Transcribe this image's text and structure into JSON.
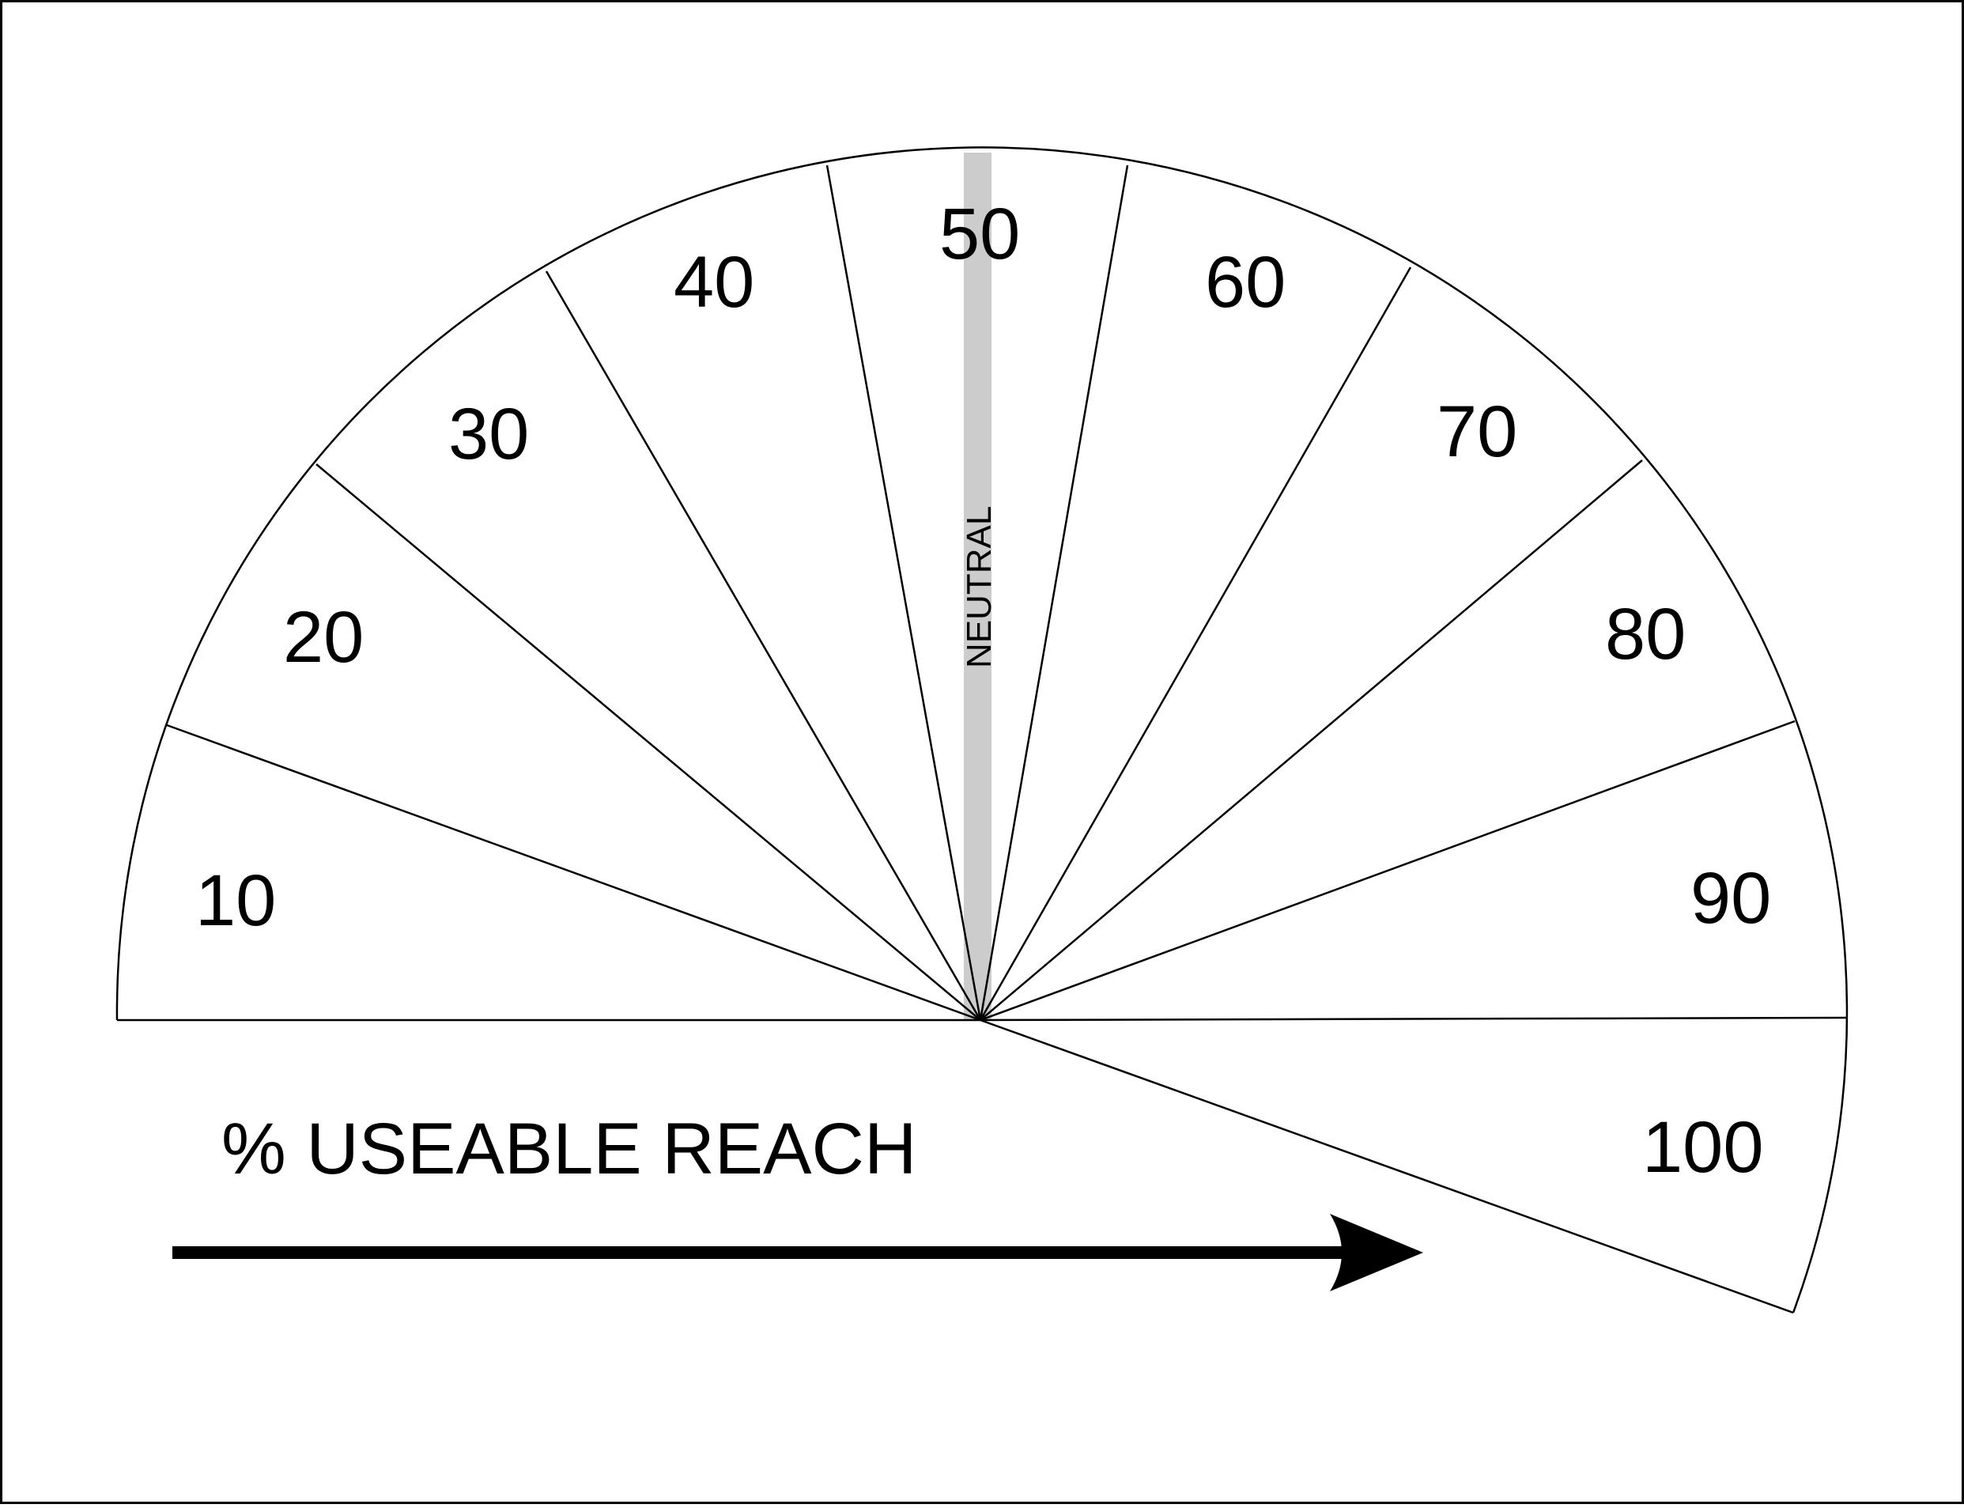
{
  "diagram": {
    "sectors": [
      {
        "label": "10"
      },
      {
        "label": "20"
      },
      {
        "label": "30"
      },
      {
        "label": "40"
      },
      {
        "label": "50"
      },
      {
        "label": "60"
      },
      {
        "label": "70"
      },
      {
        "label": "80"
      },
      {
        "label": "90"
      },
      {
        "label": "100"
      }
    ],
    "neutral_label": "NEUTRAL",
    "axis_label": "% USEABLE REACH",
    "colors": {
      "line": "#000000",
      "neutral_band": "#cccccc",
      "background": "#ffffff"
    }
  }
}
